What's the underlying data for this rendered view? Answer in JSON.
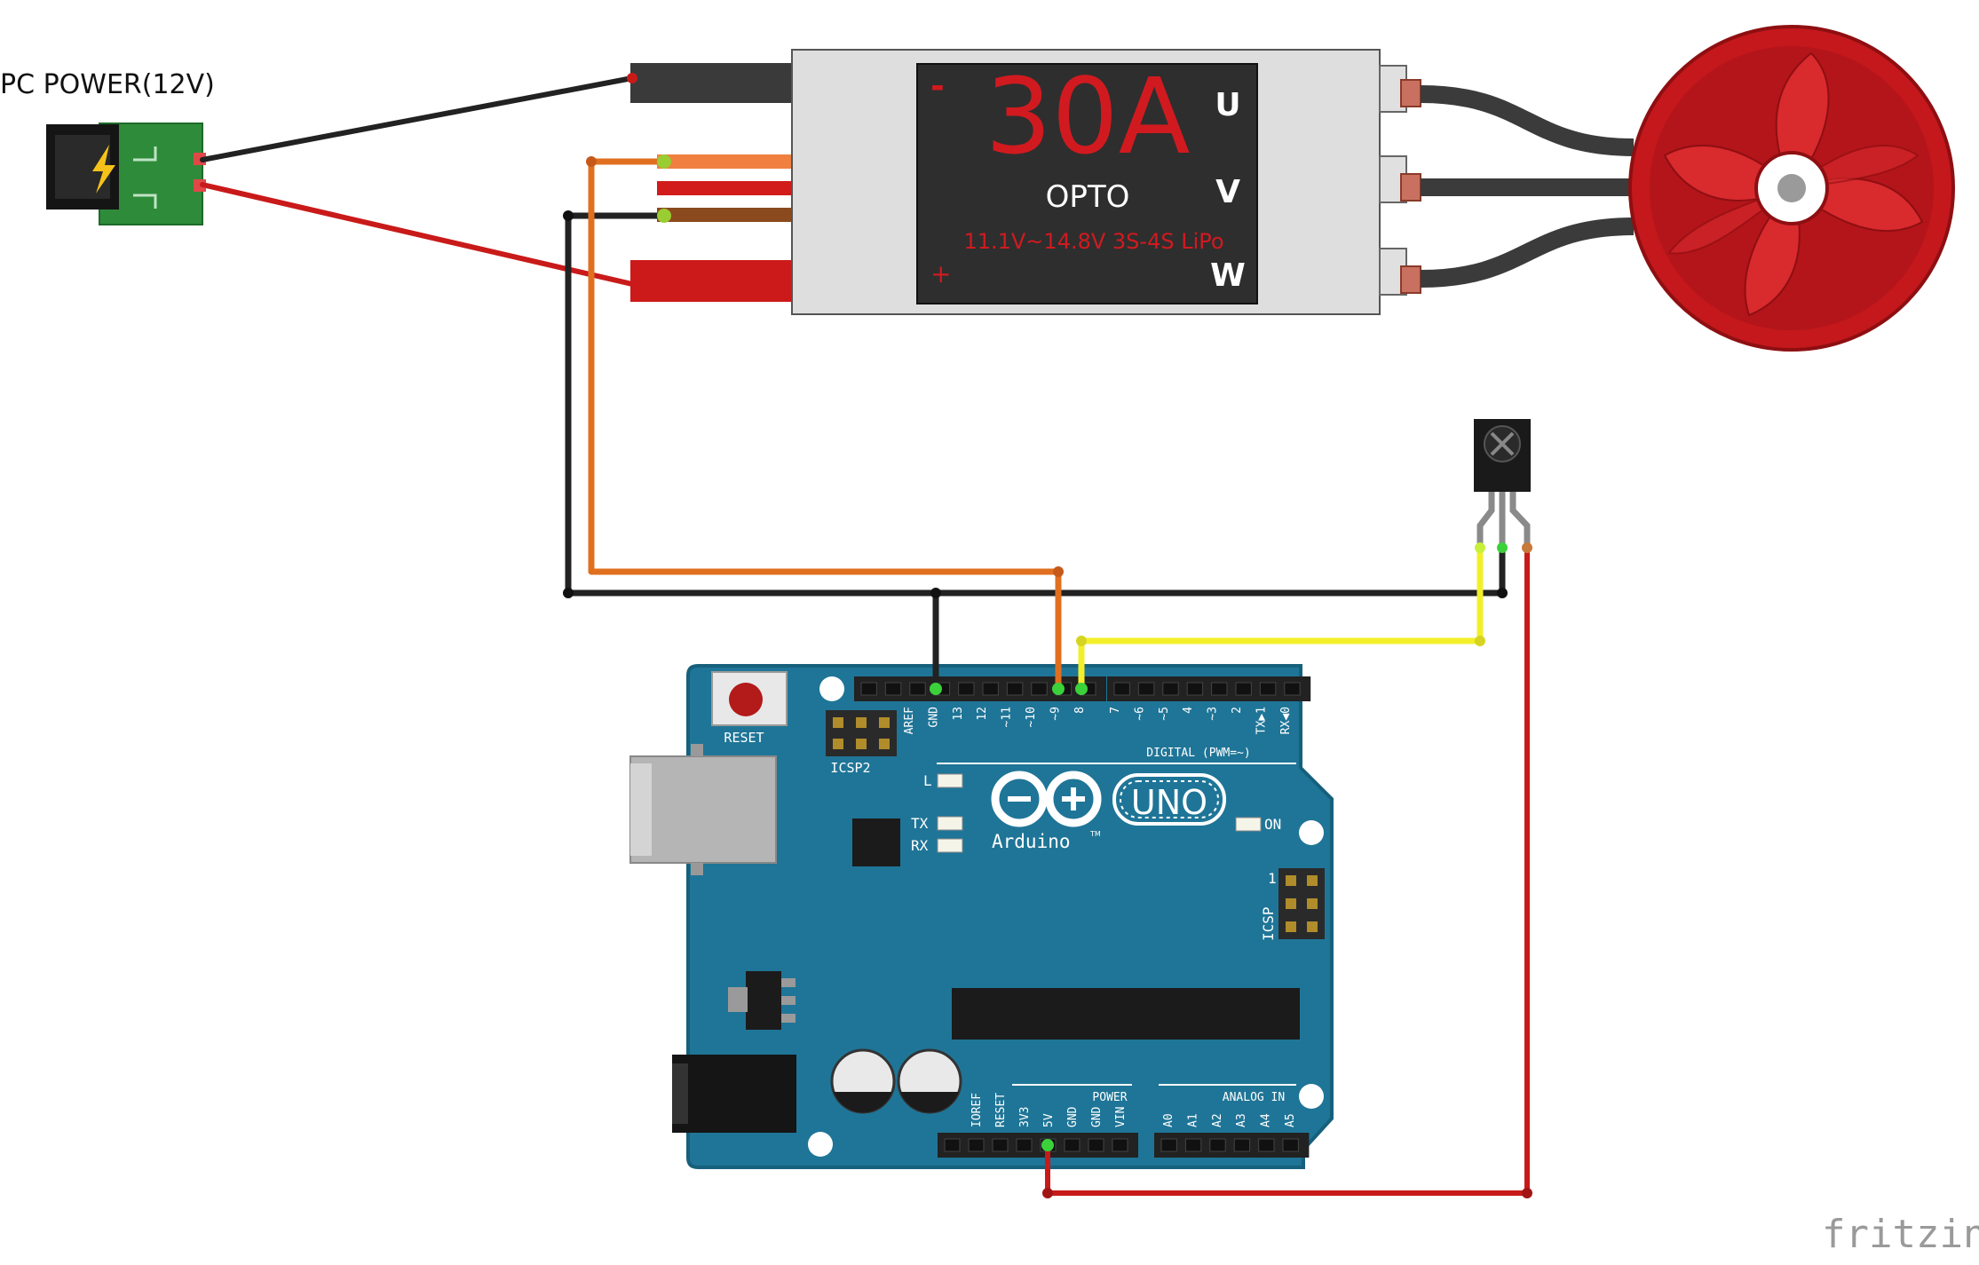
{
  "labels": {
    "power_title": "PC POWER(12V)",
    "watermark": "fritzing"
  },
  "esc": {
    "rating": "30A",
    "brand": "OPTO",
    "spec": "11.1V~14.8V 3S-4S LiPo",
    "minus": "-",
    "plus": "+",
    "phase_u": "U",
    "phase_v": "V",
    "phase_w": "W"
  },
  "arduino": {
    "model": "UNO",
    "brand": "Arduino",
    "trademark": "TM",
    "reset": "RESET",
    "icsp2": "ICSP2",
    "icsp": "ICSP",
    "icsp_pin1": "1",
    "digital_section": "DIGITAL (PWM=~)",
    "power_section": "POWER",
    "analog_section": "ANALOG IN",
    "led_l": "L",
    "led_tx": "TX",
    "led_rx": "RX",
    "led_on": "ON",
    "digital_pins": [
      "AREF",
      "GND",
      "13",
      "12",
      "~11",
      "~10",
      "~9",
      "8",
      "7",
      "~6",
      "~5",
      "4",
      "~3",
      "2",
      "TX▶1",
      "RX◀0"
    ],
    "power_pins": [
      "IOREF",
      "RESET",
      "3V3",
      "5V",
      "GND",
      "GND",
      "VIN"
    ],
    "analog_pins": [
      "A0",
      "A1",
      "A2",
      "A3",
      "A4",
      "A5"
    ]
  },
  "colors": {
    "board": "#1f7597",
    "board_edge": "#16607c",
    "esc_body": "#dedede",
    "esc_panel": "#2e2e2e",
    "esc_text": "#d11a1f",
    "motor": "#c4181c",
    "motor_dark": "#8e0f12",
    "wire_black": "#222222",
    "wire_red": "#c91a1a",
    "wire_orange": "#e07020",
    "wire_yellow": "#f2ef2a",
    "wire_brown": "#8b4a1e",
    "wire_gray": "#3b3b3b",
    "pcb_green": "#2e8b3a"
  },
  "icons": {
    "power_jack": "lightning-bolt-icon",
    "ir_receiver": "x-circle-icon"
  }
}
